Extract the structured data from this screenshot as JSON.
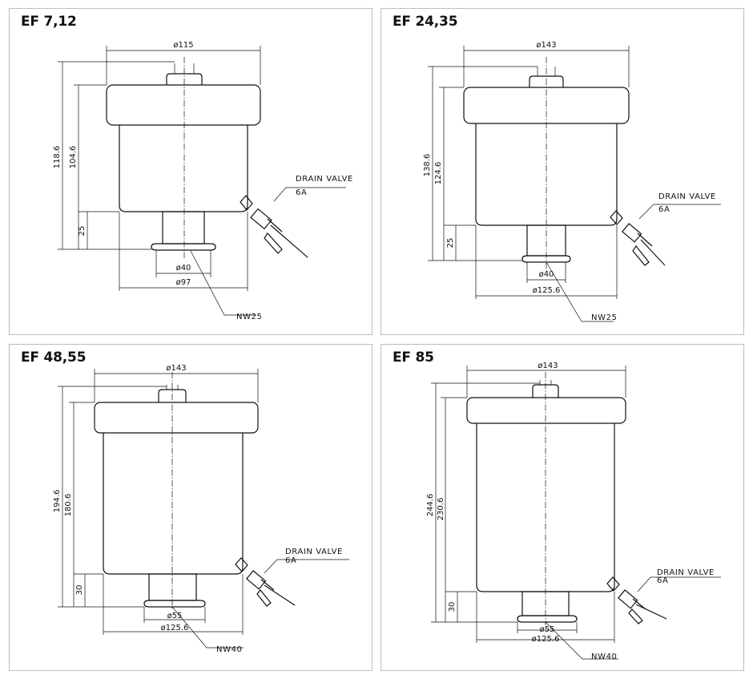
{
  "panels": [
    {
      "title": "EF 7,12",
      "labels": {
        "top_diameter": "ø115",
        "overall_height": "118.6",
        "body_height": "104.6",
        "base_height": "25",
        "drain_valve": "DRAIN VALVE",
        "drain_size": "6A",
        "port_diameter": "ø40",
        "body_diameter": "ø97",
        "flange": "NW25"
      }
    },
    {
      "title": "EF 24,35",
      "labels": {
        "top_diameter": "ø143",
        "overall_height": "138.6",
        "body_height": "124.6",
        "base_height": "25",
        "drain_valve": "DRAIN VALVE",
        "drain_size": "6A",
        "port_diameter": "ø40",
        "body_diameter": "ø125.6",
        "flange": "NW25"
      }
    },
    {
      "title": "EF 48,55",
      "labels": {
        "top_diameter": "ø143",
        "overall_height": "194.6",
        "body_height": "180.6",
        "base_height": "30",
        "drain_valve": "DRAIN VALVE",
        "drain_size": "6A",
        "port_diameter": "ø55",
        "body_diameter": "ø125.6",
        "flange": "NW40"
      }
    },
    {
      "title": "EF 85",
      "labels": {
        "top_diameter": "ø143",
        "overall_height": "244.6",
        "body_height": "230.6",
        "base_height": "30",
        "drain_valve": "DRAIN VALVE",
        "drain_size": "6A",
        "port_diameter": "ø55",
        "body_diameter": "ø125.6",
        "flange": "NW40"
      }
    }
  ]
}
